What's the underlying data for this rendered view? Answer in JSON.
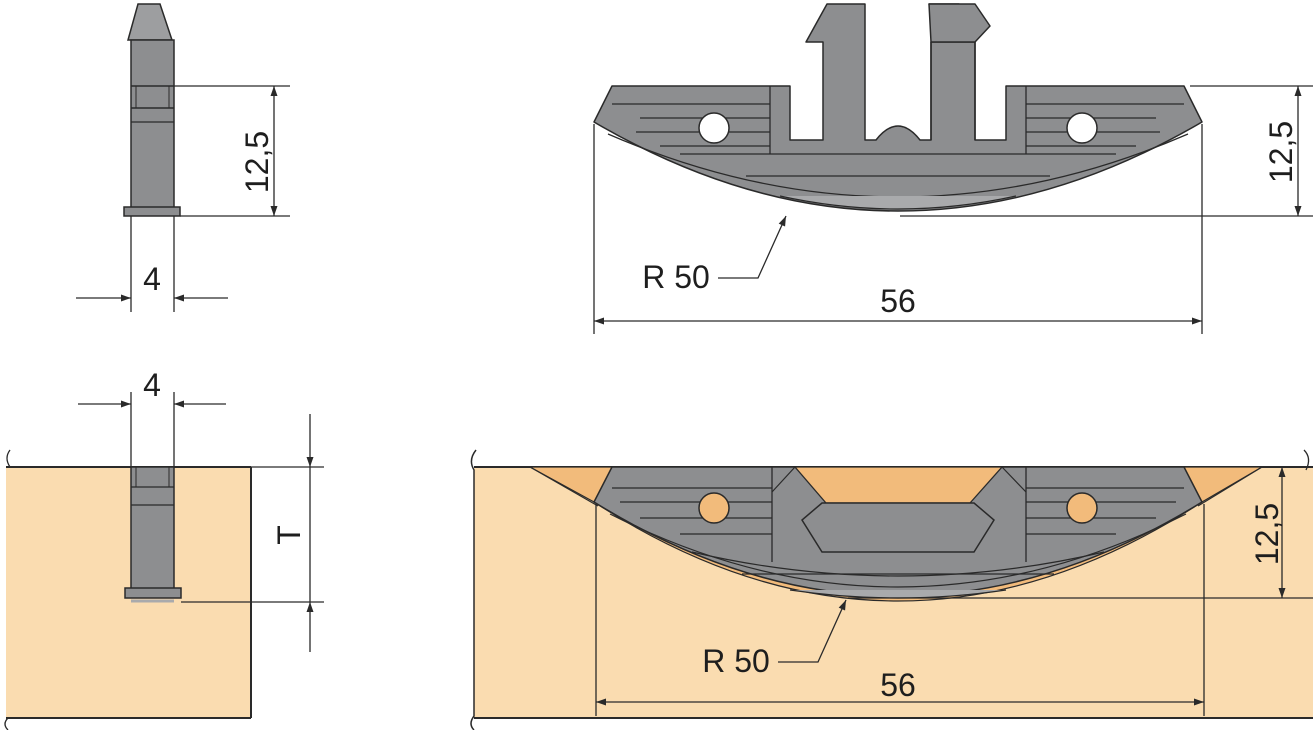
{
  "labels": {
    "side_height": "12,5",
    "side_width": "4",
    "front_height": "12,5",
    "front_radius": "R 50",
    "front_width": "56",
    "groove_width": "4",
    "groove_depth": "T",
    "inst_height": "12,5",
    "inst_radius": "R 50",
    "inst_width": "56"
  },
  "colors": {
    "metal": "#8d8e90",
    "metal_dark": "#6b6c6e",
    "metal_light": "#a9aaac",
    "wood": "#fadcb0",
    "wood_cut": "#f2bb7b",
    "line": "#2a2a2a"
  }
}
